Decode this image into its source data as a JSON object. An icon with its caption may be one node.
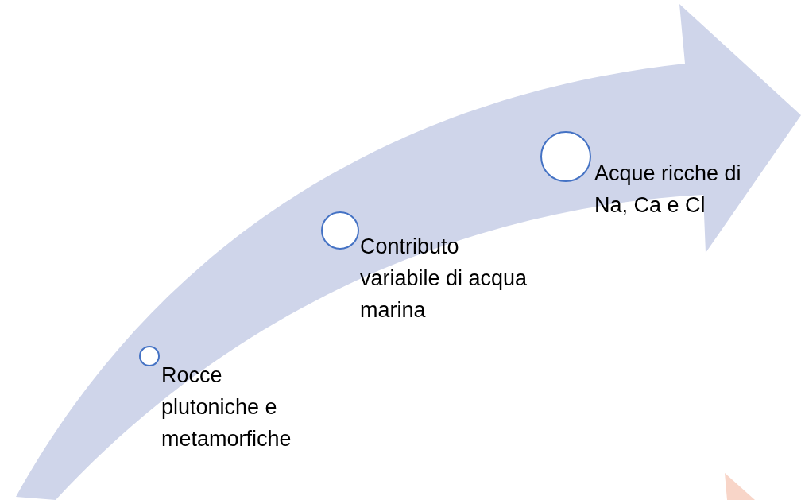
{
  "diagram": {
    "nodes": [
      {
        "text": [],
        "shape": "circle",
        "beside": [
          "Rocce plutoniche e metamorfiche"
        ]
      },
      {
        "text": [],
        "shape": "circle",
        "beside": [
          "Contributo variabile di acqua marina"
        ]
      },
      {
        "text": [],
        "shape": "circle",
        "beside": [
          "Acque ricche di Na, Ca e Cl"
        ]
      }
    ]
  }
}
